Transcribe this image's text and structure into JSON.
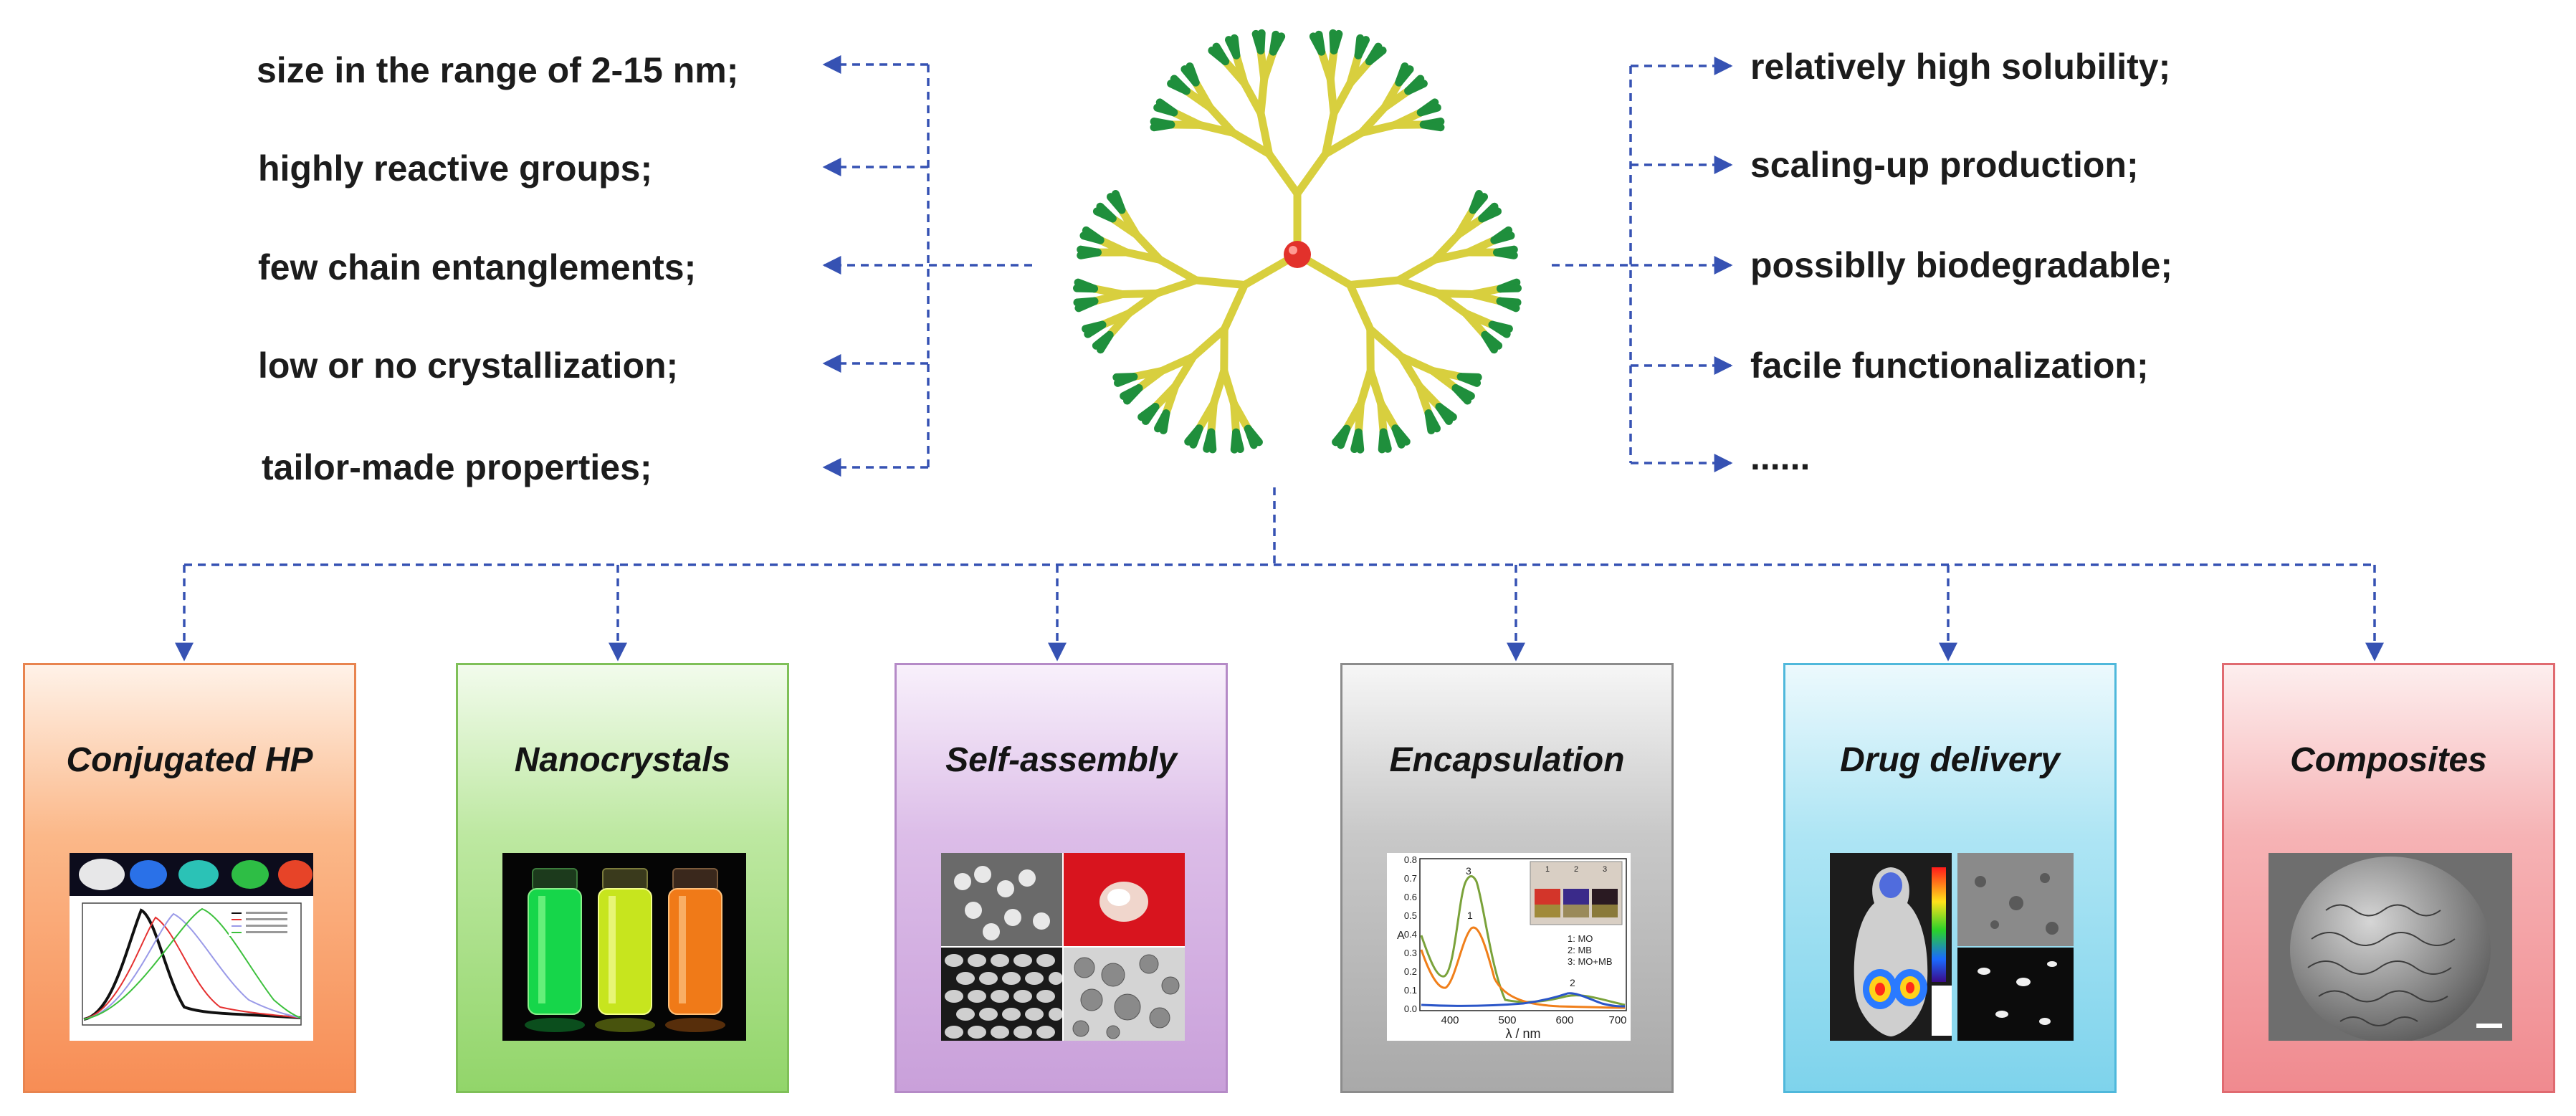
{
  "left_properties": [
    "size in the range of 2-15 nm;",
    "highly reactive groups;",
    "few chain entanglements;",
    "low or no  crystallization;",
    "tailor-made properties;"
  ],
  "right_properties": [
    "relatively high solubility;",
    "scaling-up production;",
    "possiblly biodegradable;",
    "facile functionalization;",
    "......"
  ],
  "applications": [
    {
      "title": "Conjugated HP",
      "icon": "emission-spectra-chart-icon",
      "color": "#f99c6a"
    },
    {
      "title": "Nanocrystals",
      "icon": "fluorescent-vials-icon",
      "color": "#a3dc7c"
    },
    {
      "title": "Self-assembly",
      "icon": "microscopy-collage-icon",
      "color": "#d8b3e3"
    },
    {
      "title": "Encapsulation",
      "icon": "absorption-spectra-chart-icon",
      "color": "#b5b5b5"
    },
    {
      "title": "Drug delivery",
      "icon": "bioimaging-icon",
      "color": "#8fdaf0"
    },
    {
      "title": "Composites",
      "icon": "sem-microsphere-icon",
      "color": "#f49a9e"
    }
  ],
  "thumb_text": {
    "encap_axis_y": "A",
    "encap_axis_x": "λ / nm",
    "encap_yticks": [
      "0.0",
      "0.1",
      "0.2",
      "0.3",
      "0.4",
      "0.5",
      "0.6",
      "0.7",
      "0.8"
    ],
    "encap_xticks": [
      "400",
      "500",
      "600",
      "700"
    ],
    "encap_curve_labels": [
      "3",
      "1",
      "2"
    ],
    "encap_legend": [
      "1: MO",
      "2: MB",
      "3: MO+MB"
    ],
    "encap_vial_labels": [
      "1",
      "2",
      "3"
    ]
  },
  "colors": {
    "arrow": "#3652b3",
    "dendrimer_branch": "#d8cf3e",
    "dendrimer_tip": "#1f8f3c",
    "core": "#e2312b"
  }
}
